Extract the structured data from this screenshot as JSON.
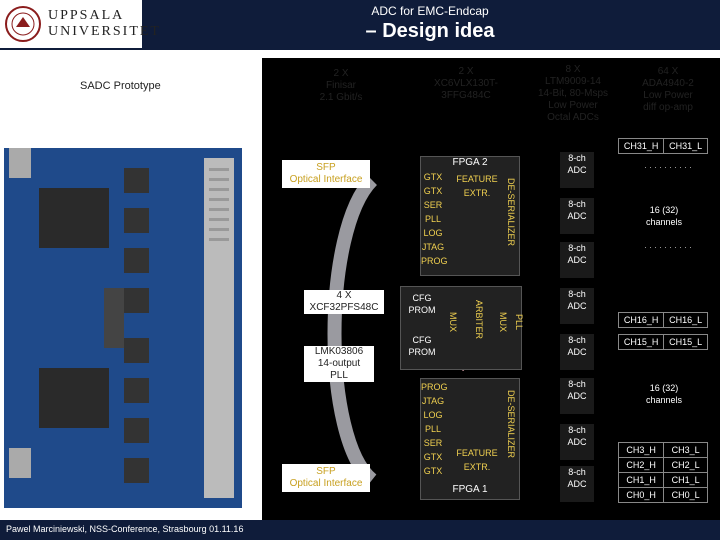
{
  "header": {
    "subtitle": "ADC for EMC-Endcap",
    "title": "– Design idea",
    "logo_text_line1": "UPPSALA",
    "logo_text_line2": "UNIVERSITET"
  },
  "sadc_label": "SADC Prototype",
  "annotations": {
    "finisar": [
      "2 X",
      "Finisar",
      "2.1 Gbit/s"
    ],
    "fpga_part": [
      "2 X",
      "XC6VLX130T-",
      "3FFG484C"
    ],
    "adc_part": [
      "8 X",
      "LTM9009-14",
      "14-Bit, 80-Msps",
      "Low Power",
      "Octal ADCs"
    ],
    "opamp_part": [
      "64 X",
      "ADA4940-2",
      "Low Power",
      "diff op-amp"
    ],
    "sfp_top": [
      "SFP",
      "Optical Interface"
    ],
    "sfp_bottom": [
      "SFP",
      "Optical Interface"
    ],
    "prom_part": [
      "4 X",
      "XCF32PFS48C"
    ],
    "pll_part": [
      "LMK03806",
      "14-output",
      "PLL"
    ]
  },
  "fpga_top": {
    "name": "FPGA 2",
    "cells": [
      "GTX",
      "GTX",
      "SER",
      "PLL",
      "LOG",
      "JTAG",
      "PROG"
    ],
    "feature": [
      "FEATURE",
      "EXTR."
    ],
    "deserializer": "DE-SERIALIZER"
  },
  "fpga_bottom": {
    "name": "FPGA 1",
    "cells": [
      "PROG",
      "JTAG",
      "LOG",
      "PLL",
      "SER",
      "GTX",
      "GTX"
    ],
    "feature": [
      "FEATURE",
      "EXTR."
    ],
    "deserializer": "DE-SERIALIZER"
  },
  "middle": {
    "cfg_prom_top": [
      "CFG",
      "PROM"
    ],
    "cfg_prom_bottom": [
      "CFG",
      "PROM"
    ],
    "mux1": "MUX",
    "arbiter": "ARBITER",
    "mux2": "MUX",
    "pll": "PLL"
  },
  "adc_blocks": [
    [
      "8-ch",
      "ADC"
    ],
    [
      "8-ch",
      "ADC"
    ],
    [
      "8-ch",
      "ADC"
    ],
    [
      "8-ch",
      "ADC"
    ],
    [
      "8-ch",
      "ADC"
    ],
    [
      "8-ch",
      "ADC"
    ],
    [
      "8-ch",
      "ADC"
    ],
    [
      "8-ch",
      "ADC"
    ]
  ],
  "channels_top": {
    "header": [
      "CH31_H",
      "CH31_L"
    ],
    "label": [
      "16 (32)",
      "channels"
    ],
    "footer": [
      "CH16_H",
      "CH16_L"
    ]
  },
  "channels_bottom": {
    "header": [
      "CH15_H",
      "CH15_L"
    ],
    "label": [
      "16 (32)",
      "channels"
    ],
    "rows": [
      [
        "CH3_H",
        "CH3_L"
      ],
      [
        "CH2_H",
        "CH2_L"
      ],
      [
        "CH1_H",
        "CH1_L"
      ],
      [
        "CH0_H",
        "CH0_L"
      ]
    ]
  },
  "footer": "Pawel Marciniewski, NSS-Conference, Strasbourg 01.11.16",
  "colors": {
    "header_bg": "#0f1c3a",
    "cell_text": "#f0d050",
    "arrow_pink": "#f4b8c0",
    "arrow_gray": "#c0c0c8"
  }
}
